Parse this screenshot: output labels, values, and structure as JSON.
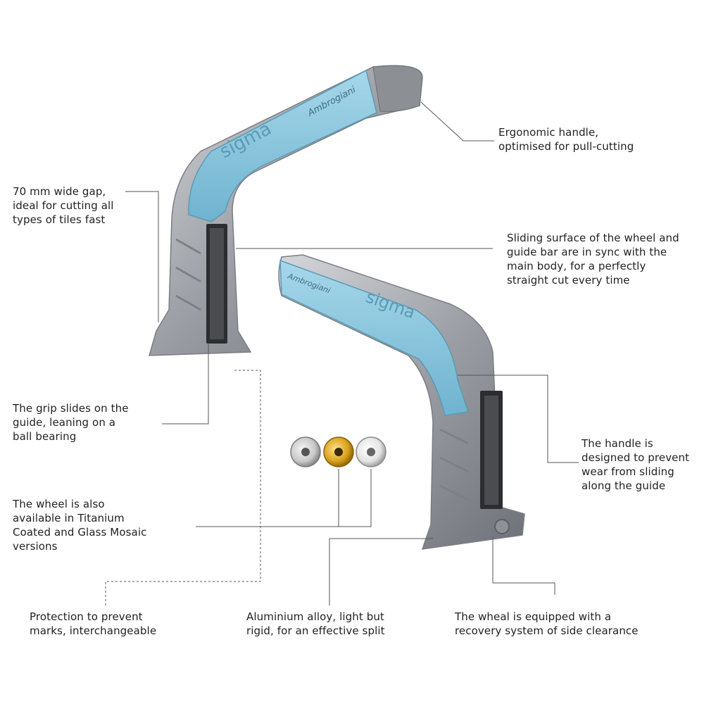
{
  "labels": {
    "gap": "70 mm wide gap,\nideal for cutting all\ntypes of tiles fast",
    "ergonomic": "Ergonomic handle,\noptimised for pull-cutting",
    "sliding": "Sliding surface of the wheel and\nguide bar are in sync with the\nmain body, for a perfectly\nstraight cut every time",
    "grip": "The grip slides on the\nguide, leaning on a\nball bearing",
    "handle": "The handle is\ndesigned to prevent\nwear from sliding\nalong the guide",
    "wheel": "The wheel is also\navailable in Titanium\nCoated and Glass Mosaic\nversions",
    "protection": "Protection to prevent\nmarks, interchangeable",
    "aluminium": "Aluminium alloy, light but\nrigid, for an effective split",
    "recovery": "The wheal is equipped with a\nrecovery system of side clearance"
  },
  "product": {
    "brand_mark": "sigma",
    "model_mark": "Ambrogiani"
  },
  "colors": {
    "grip_blue": "#8ec9df",
    "metal": "#a9abb0",
    "gold_wheel": "#d8a21c",
    "leader_line": "#555555"
  }
}
